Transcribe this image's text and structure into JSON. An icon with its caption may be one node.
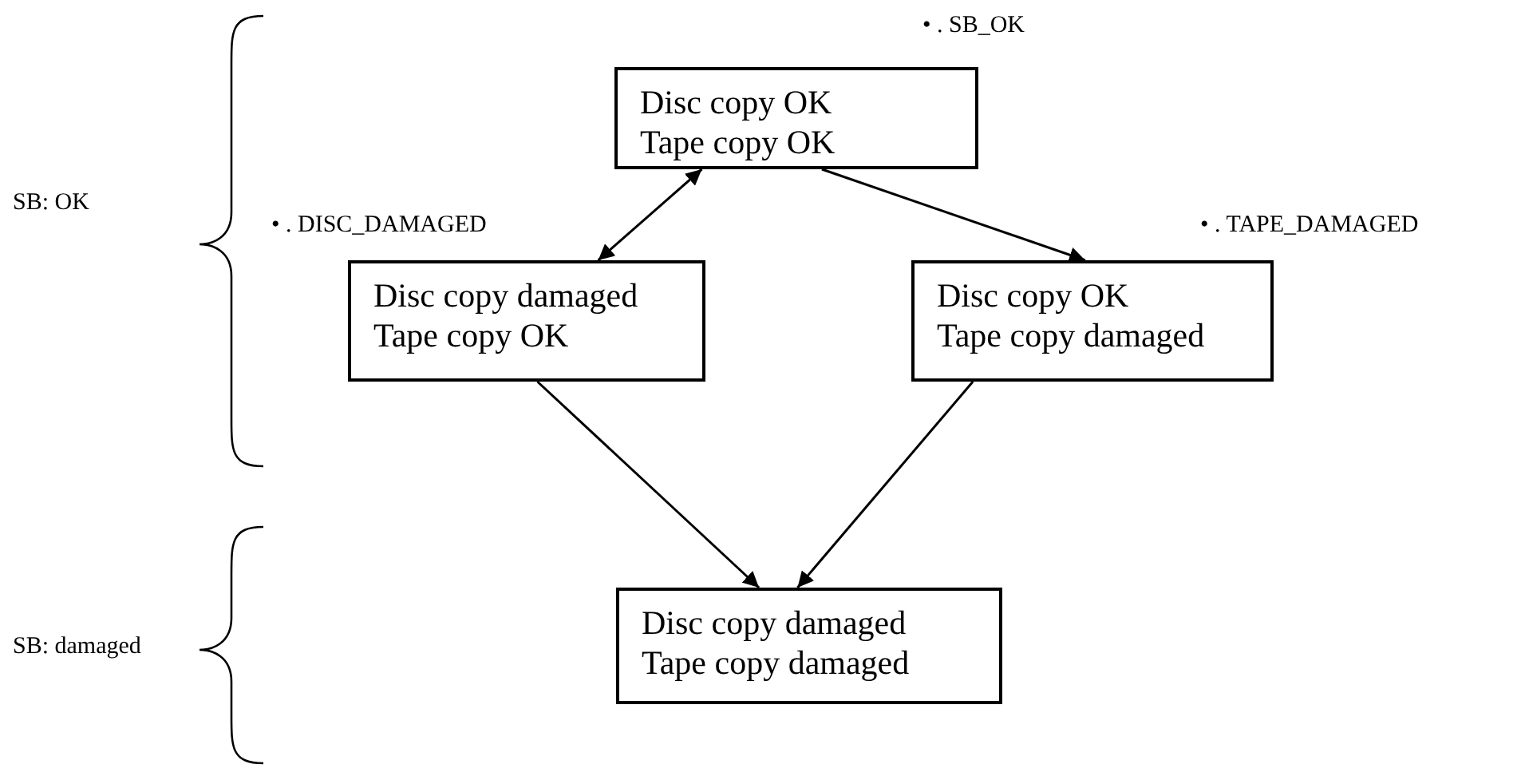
{
  "diagram": {
    "nodes": [
      {
        "text": [
          "Disc copy OK",
          "Tape copy OK"
        ],
        "beside": [
          "• . SB_OK"
        ]
      },
      {
        "text": [
          "Disc copy damaged",
          "Tape copy OK"
        ],
        "beside": [
          "• . DISC_DAMAGED"
        ]
      },
      {
        "text": [
          "Disc copy OK",
          "Tape copy damaged"
        ],
        "beside": [
          "• . TAPE_DAMAGED"
        ]
      },
      {
        "text": [
          "Disc copy damaged",
          "Tape copy damaged"
        ]
      }
    ],
    "edges": [
      {
        "from": 0,
        "to": 1,
        "arrow": "both"
      },
      {
        "from": 0,
        "to": 2,
        "arrow": "to"
      },
      {
        "from": 1,
        "to": 3,
        "arrow": "to"
      },
      {
        "from": 2,
        "to": 3,
        "arrow": "to"
      }
    ],
    "labels": [
      "SB: OK",
      "SB: damaged"
    ]
  }
}
